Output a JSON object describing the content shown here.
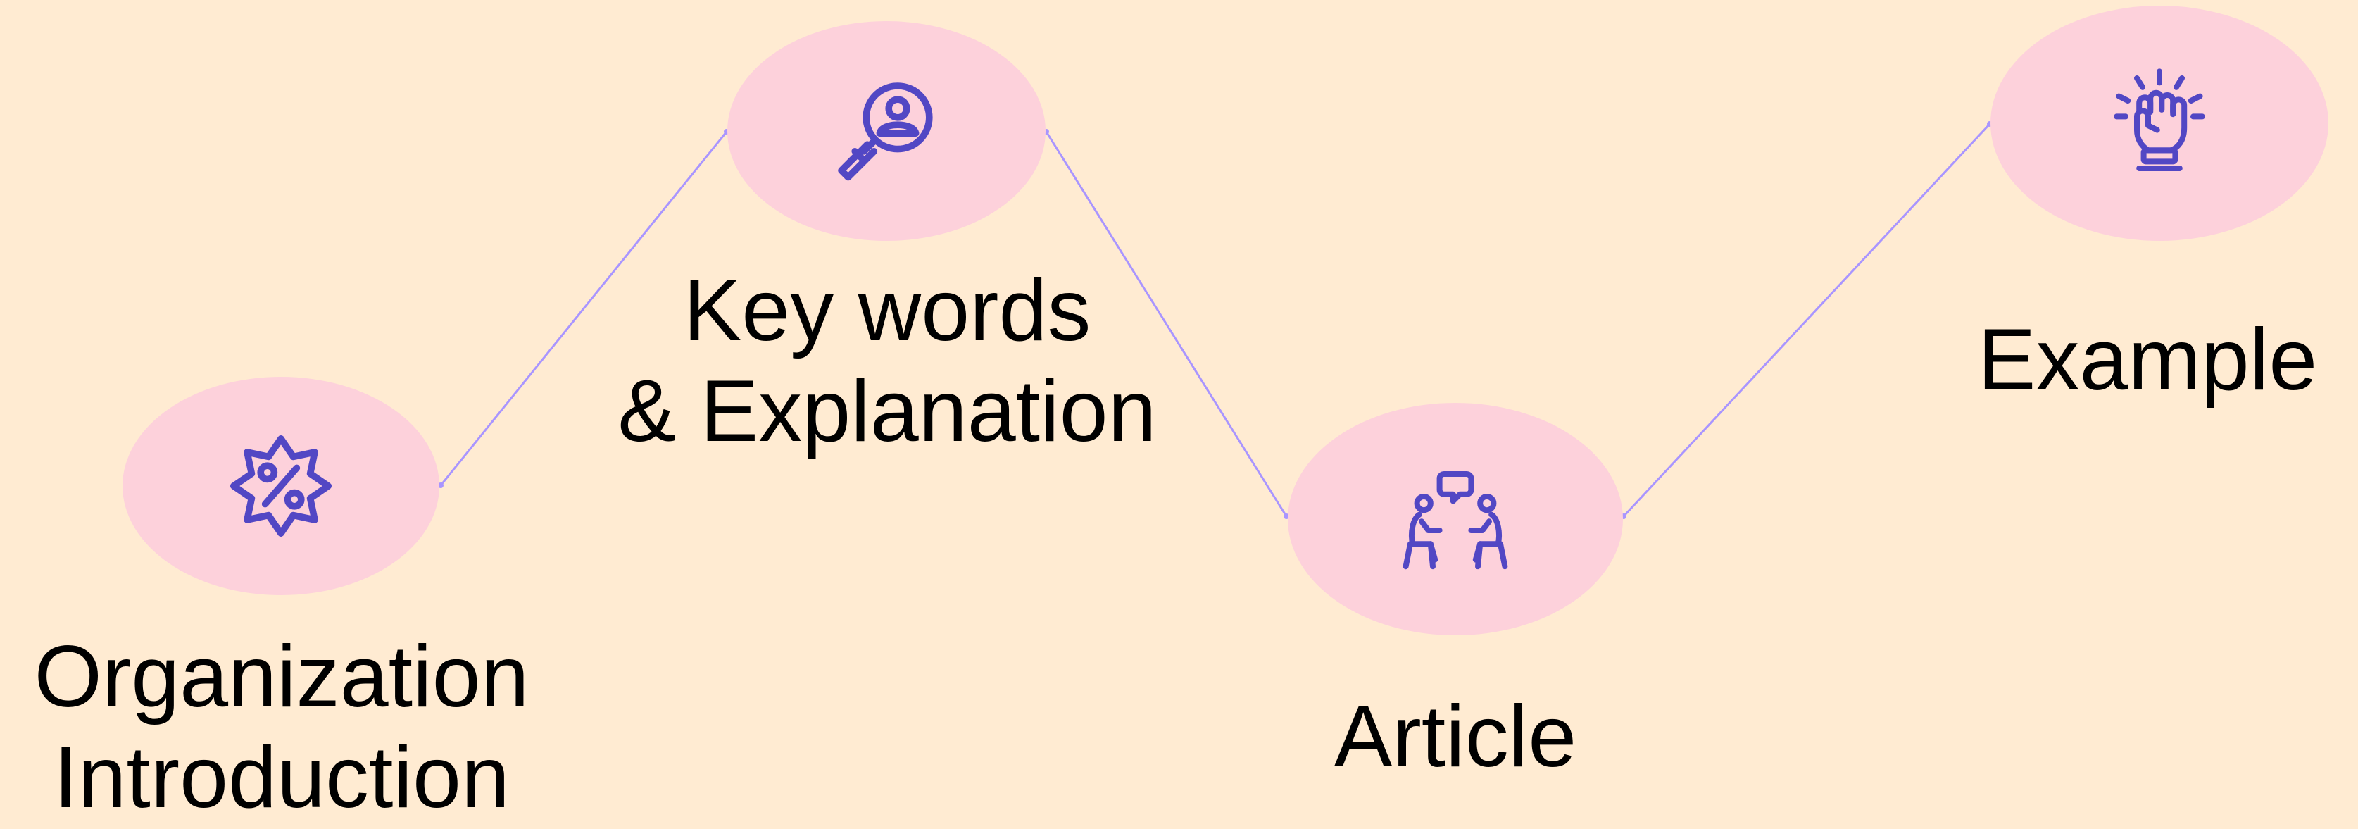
{
  "colors": {
    "background": "#ffebd2",
    "node_fill": "#fdd1db",
    "icon_stroke": "#5247c4",
    "connector": "#a995ff",
    "text": "#000000"
  },
  "steps": [
    {
      "icon": "percent-badge-icon",
      "label_lines": [
        "Organization",
        "Introduction"
      ]
    },
    {
      "icon": "magnifier-person-icon",
      "label_lines": [
        "Key words",
        "& Explanation"
      ]
    },
    {
      "icon": "two-people-talking-icon",
      "label_lines": [
        "Article"
      ]
    },
    {
      "icon": "raised-fist-icon",
      "label_lines": [
        "Example"
      ]
    }
  ]
}
